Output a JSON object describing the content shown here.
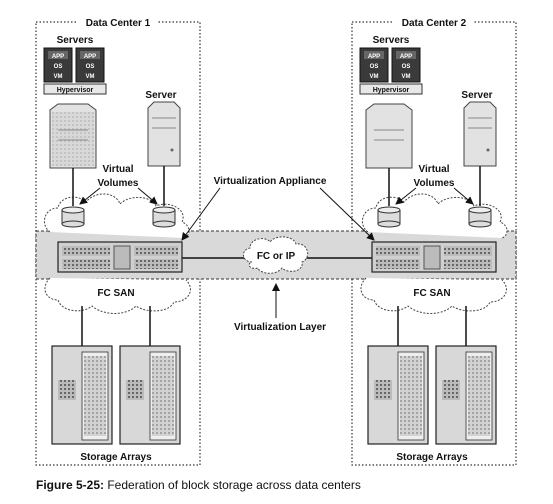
{
  "data_centers": [
    {
      "title": "Data Center 1",
      "servers_label": "Servers",
      "server_label": "Server",
      "vms": [
        {
          "app": "APP",
          "os": "OS",
          "vm": "VM"
        },
        {
          "app": "APP",
          "os": "OS",
          "vm": "VM"
        }
      ],
      "hypervisor": "Hypervisor",
      "virtual_volumes": [
        "Virtual",
        "Volumes"
      ],
      "san": "FC SAN",
      "storage": "Storage Arrays"
    },
    {
      "title": "Data Center 2",
      "servers_label": "Servers",
      "server_label": "Server",
      "vms": [
        {
          "app": "APP",
          "os": "OS",
          "vm": "VM"
        },
        {
          "app": "APP",
          "os": "OS",
          "vm": "VM"
        }
      ],
      "hypervisor": "Hypervisor",
      "virtual_volumes": [
        "Virtual",
        "Volumes"
      ],
      "san": "FC SAN",
      "storage": "Storage Arrays"
    }
  ],
  "virtualization_appliance": "Virtualization Appliance",
  "network": "FC or IP",
  "virtualization_layer": "Virtualization Layer",
  "caption": {
    "figure": "Figure 5-25:",
    "text": " Federation of block storage across data centers"
  },
  "colors": {
    "line": "#111111",
    "band": "#d9d9d9",
    "server": "#e2e2e2",
    "vm": "#3a3a3a"
  }
}
